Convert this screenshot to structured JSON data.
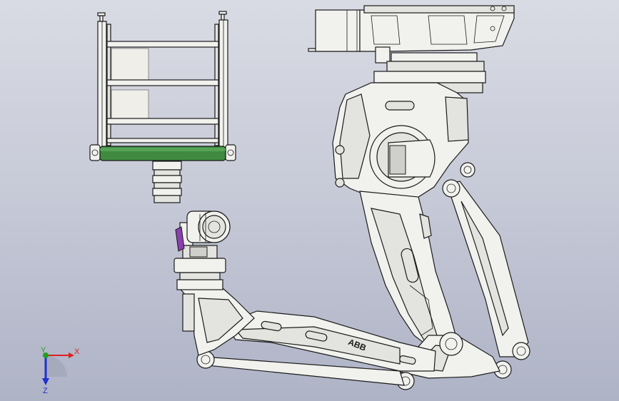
{
  "window": {
    "background_top": "#d9dbe4",
    "background_bottom": "#aeb3c6"
  },
  "model": {
    "arm_label": "ABB",
    "roller_color": "#3f8a3f",
    "bracket_color": "#8b3fb0"
  },
  "triad": {
    "x_label": "X",
    "y_label": "Y",
    "z_label": "Z",
    "x_color": "#e02020",
    "y_color": "#20a020",
    "z_color": "#2030d0"
  }
}
